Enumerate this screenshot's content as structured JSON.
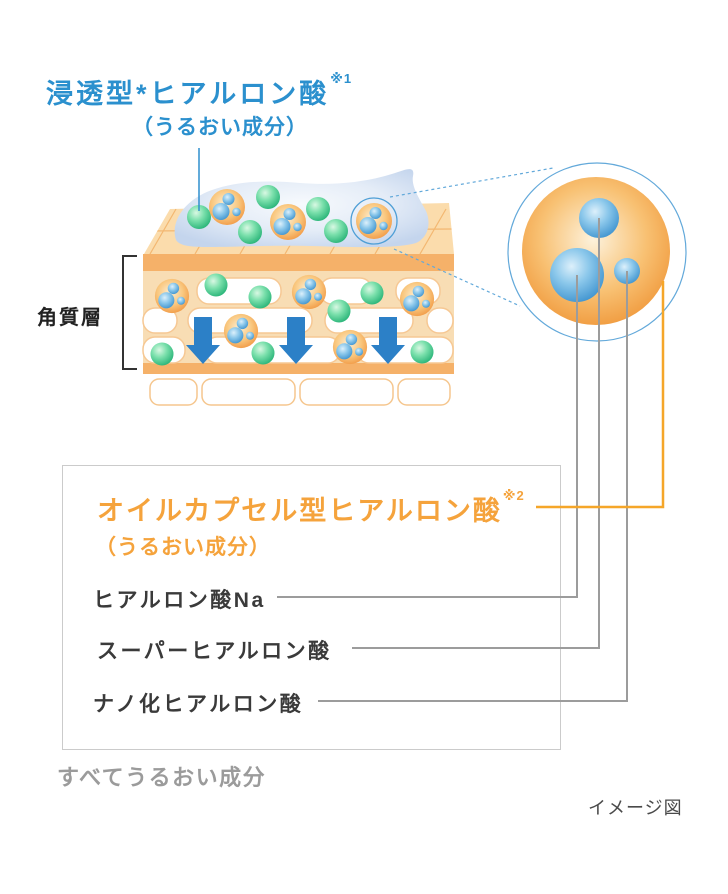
{
  "figure": {
    "title": {
      "text": "浸透型*ヒアルロン酸",
      "sup": "※1",
      "subtitle": "（うるおい成分）"
    },
    "skin": {
      "layer_label": "角質層"
    },
    "legend_box": {
      "heading": {
        "text": "オイルカプセル型ヒアルロン酸",
        "sup": "※2",
        "subtitle": "（うるおい成分）"
      },
      "items": [
        {
          "label": "ヒアルロン酸Na"
        },
        {
          "label": "スーパーヒアルロン酸"
        },
        {
          "label": "ナノ化ヒアルロン酸"
        }
      ]
    },
    "footnote": "すべてうるおい成分",
    "caption": "イメージ図",
    "colors": {
      "title_blue": "#2B90CE",
      "heading_orange": "#F5A33C",
      "connector_gray": "#9C9C9C",
      "connector_orange": "#F5A629",
      "arrow_blue": "#2C80C7",
      "skin_band_orange": "#F5B169",
      "skin_surface_cream": "#F8DDB4",
      "capsule_orange": "#F0923C",
      "particle_green": "#27B377",
      "particle_blue": "#3D92CE",
      "gel_blue": "#C4D5ED",
      "pointer_blue": "#2F8FCE",
      "dashed_blue": "#63A9DA"
    }
  }
}
